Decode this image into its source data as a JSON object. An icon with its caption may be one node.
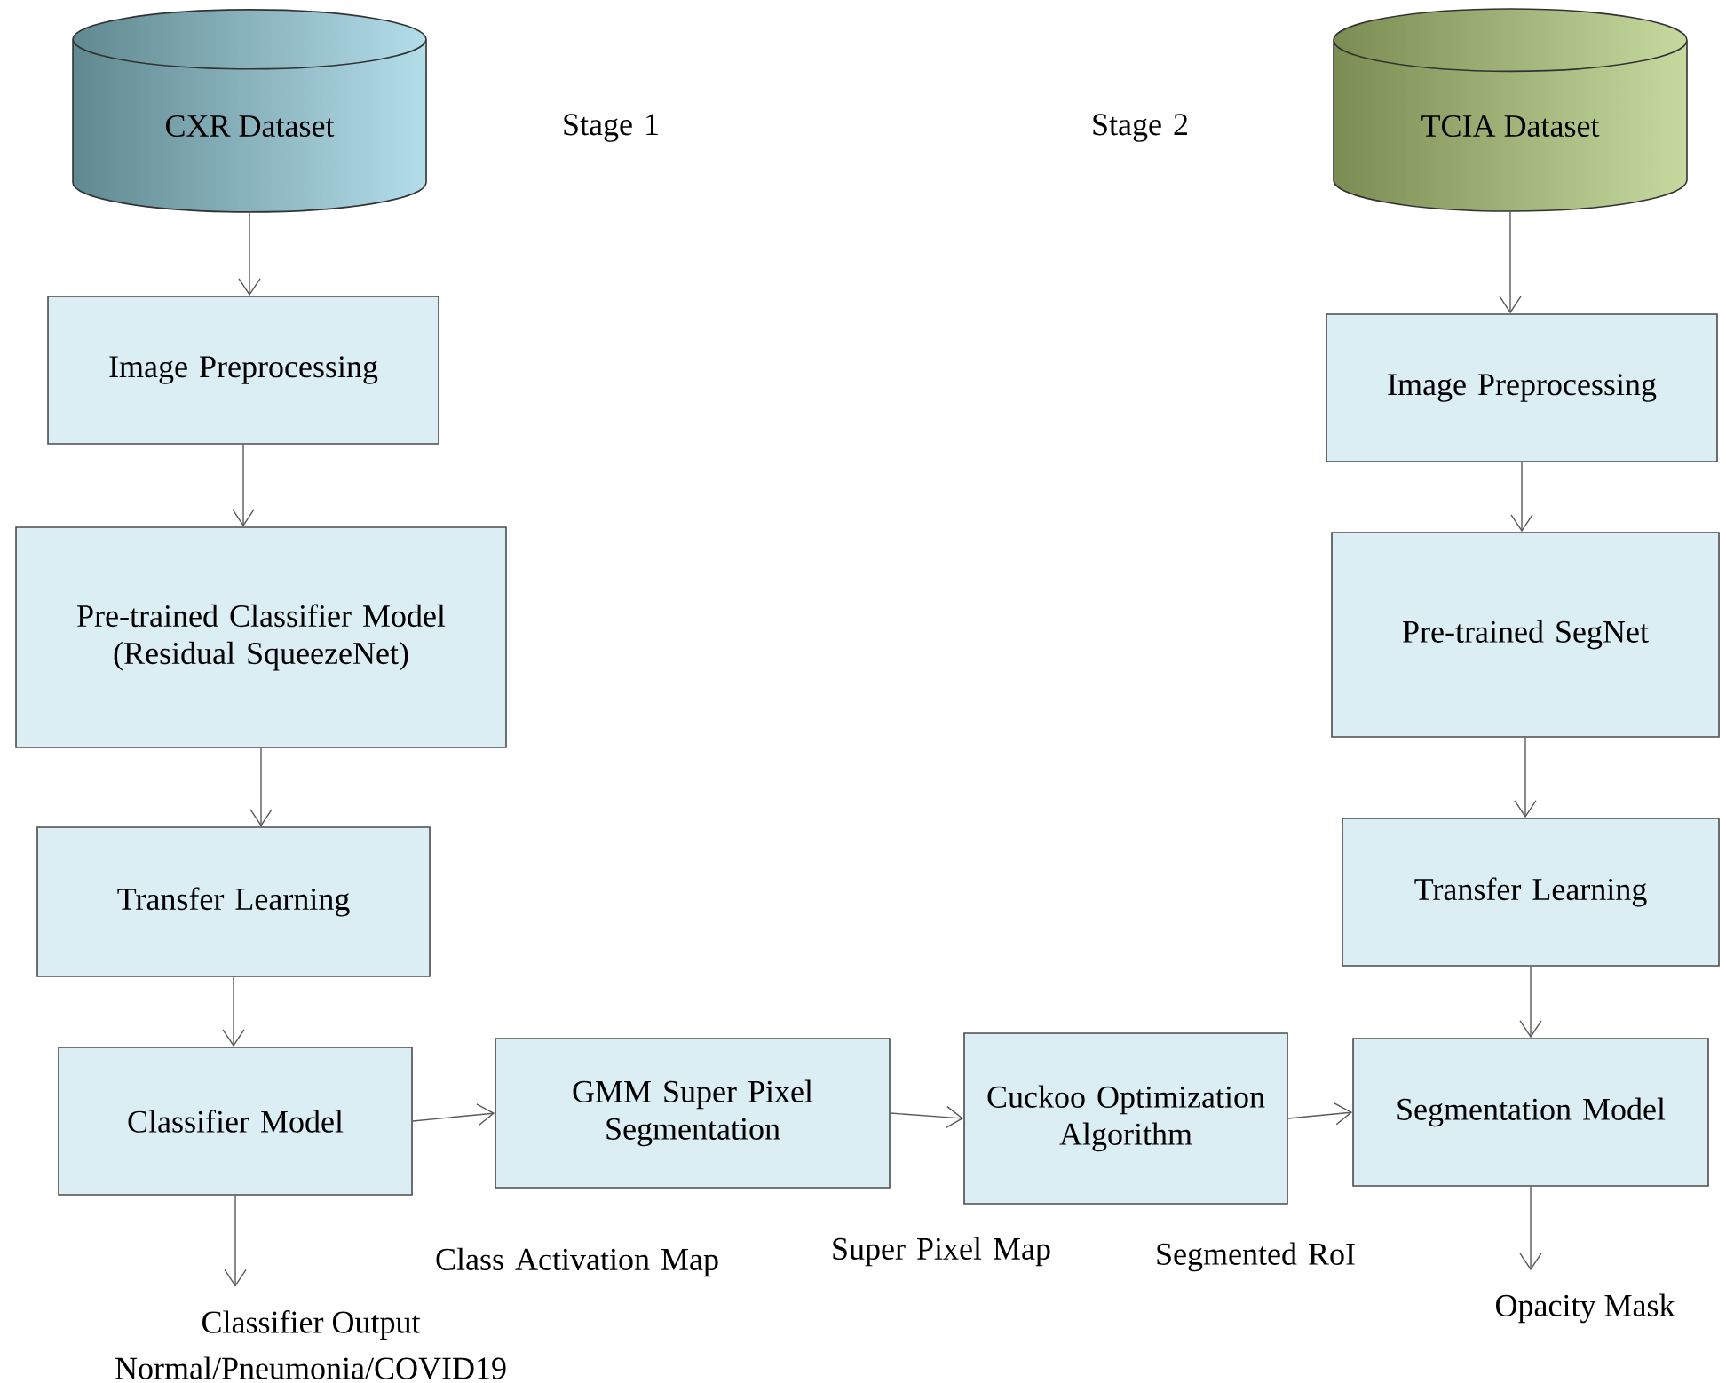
{
  "diagram": {
    "nodes": [
      {
        "text": [
          "CXR Dataset"
        ]
      },
      {
        "text": [
          "Image Preprocessing"
        ]
      },
      {
        "text": [
          "Pre-trained Classifier Model (Residual SqueezeNet)"
        ]
      },
      {
        "text": [
          "Transfer Learning"
        ]
      },
      {
        "text": [
          "Classifier Model"
        ]
      },
      {
        "text": [
          "GMM Super Pixel Segmentation"
        ]
      },
      {
        "text": [
          "Cuckoo Optimization Algorithm"
        ]
      },
      {
        "text": [
          "Segmentation Model"
        ]
      },
      {
        "text": [
          "TCIA Dataset"
        ]
      },
      {
        "text": [
          "Image Preprocessing"
        ]
      },
      {
        "text": [
          "Pre-trained SegNet"
        ]
      },
      {
        "text": [
          "Transfer Learning"
        ]
      },
      {
        "text": [
          "Classifier Output",
          "Normal/Pneumonia/COVID19"
        ]
      },
      {
        "text": [
          "Opacity Mask"
        ]
      }
    ],
    "edges": [
      {
        "from": 0,
        "to": 1,
        "arrow": "to"
      },
      {
        "from": 1,
        "to": 2,
        "arrow": "to"
      },
      {
        "from": 2,
        "to": 3,
        "arrow": "to"
      },
      {
        "from": 3,
        "to": 4,
        "arrow": "to"
      },
      {
        "from": 4,
        "to": 5,
        "arrow": "to"
      },
      {
        "from": 5,
        "to": 6,
        "arrow": "to"
      },
      {
        "from": 6,
        "to": 7,
        "arrow": "to"
      },
      {
        "from": 8,
        "to": 9,
        "arrow": "to"
      },
      {
        "from": 9,
        "to": 10,
        "arrow": "to"
      },
      {
        "from": 10,
        "to": 11,
        "arrow": "to"
      },
      {
        "from": 11,
        "to": 7,
        "arrow": "to"
      },
      {
        "from": 4,
        "to": 12,
        "arrow": "to"
      },
      {
        "from": 7,
        "to": 13,
        "arrow": "to"
      }
    ],
    "labels": [
      "Stage 1",
      "Stage 2",
      "Class Activation Map",
      "Super Pixel Map",
      "Segmented RoI"
    ]
  }
}
